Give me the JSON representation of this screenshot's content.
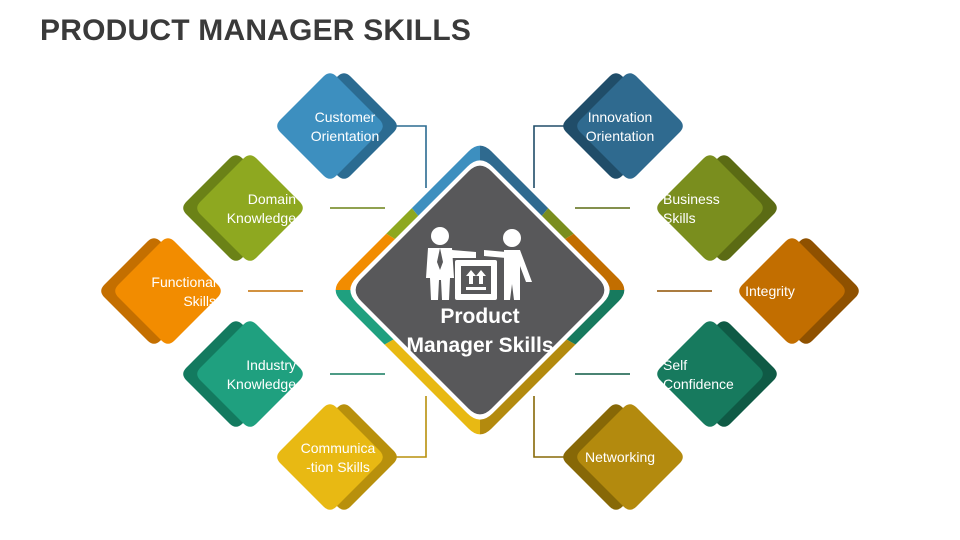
{
  "title": "PRODUCT MANAGER SKILLS",
  "center": {
    "line1": "Product",
    "line2": "Manager Skills",
    "icon": "two-people-with-box-icon",
    "color": "#58585a"
  },
  "skills": [
    {
      "id": "customer-orientation",
      "line1": "Customer",
      "line2": "Orientation",
      "color": "#3d8fbf",
      "dark": "#2b6b91"
    },
    {
      "id": "domain-knowledge",
      "line1": "Domain",
      "line2": "Knowledge",
      "color": "#8ea820",
      "dark": "#6b8217"
    },
    {
      "id": "functional-skills",
      "line1": "Functional",
      "line2": "Skills",
      "color": "#f28c00",
      "dark": "#c46f00"
    },
    {
      "id": "industry-knowledge",
      "line1": "Industry",
      "line2": "Knowledge",
      "color": "#1fa07f",
      "dark": "#137a5f"
    },
    {
      "id": "communication-skills",
      "line1": "Communica",
      "line2": "-tion Skills",
      "color": "#e8b913",
      "dark": "#b8900c"
    },
    {
      "id": "innovation-orientation",
      "line1": "Innovation",
      "line2": "Orientation",
      "color": "#2f6a8f",
      "dark": "#204d69"
    },
    {
      "id": "business-skills",
      "line1": "Business",
      "line2": "Skills",
      "color": "#7a8e1e",
      "dark": "#5b6b14"
    },
    {
      "id": "integrity",
      "line1": "Integrity",
      "line2": "",
      "color": "#c26e00",
      "dark": "#8f5100"
    },
    {
      "id": "self-confidence",
      "line1": "Self",
      "line2": "Confidence",
      "color": "#177a5e",
      "dark": "#0f5a45"
    },
    {
      "id": "networking",
      "line1": "Networking",
      "line2": "",
      "color": "#b38a0e",
      "dark": "#876807"
    }
  ]
}
